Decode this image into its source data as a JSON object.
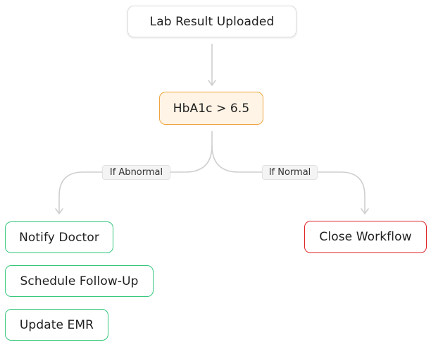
{
  "nodes": {
    "start": "Lab Result Uploaded",
    "decision": "HbA1c > 6.5",
    "notify": "Notify Doctor",
    "schedule": "Schedule Follow-Up",
    "emr": "Update EMR",
    "close": "Close Workflow"
  },
  "edges": {
    "abnormal": "If Abnormal",
    "normal": "If Normal"
  },
  "colors": {
    "connector": "#cfcfcf",
    "decision_border": "#f0a540",
    "decision_fill": "#fff4e5",
    "action_border": "#34c77b",
    "terminal_border": "#e02424",
    "neutral_border": "#dcdcdc"
  }
}
